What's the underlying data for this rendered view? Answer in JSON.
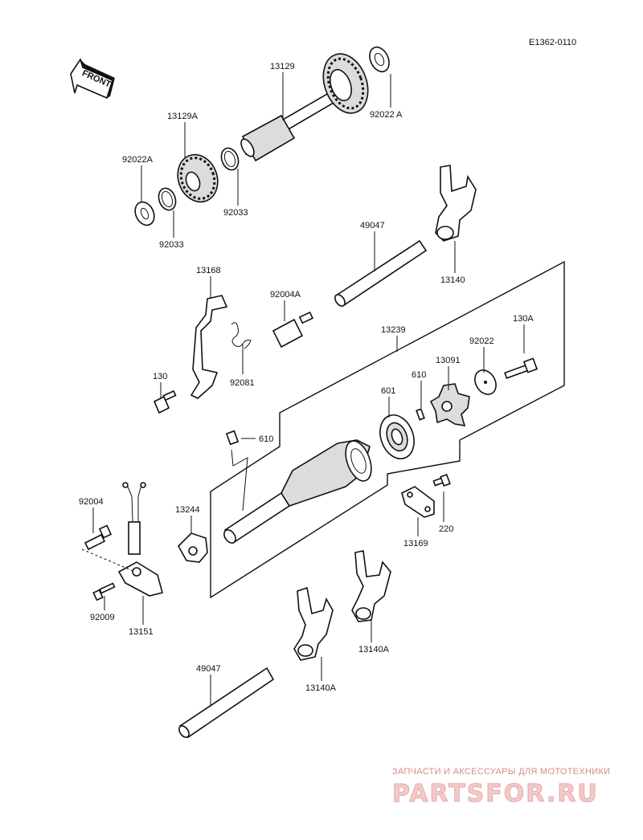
{
  "diagram_code": "E1362-0110",
  "front_label": "FRONT",
  "labels": {
    "13129": "13129",
    "92022A_top": "92022 A",
    "13129A": "13129A",
    "92022A_left": "92022A",
    "92033_a": "92033",
    "92033_b": "92033",
    "49047_top": "49047",
    "13140": "13140",
    "13168": "13168",
    "92004A": "92004A",
    "13239": "13239",
    "130A": "130A",
    "92022": "92022",
    "13091": "13091",
    "610_top": "610",
    "130": "130",
    "92081": "92081",
    "601": "601",
    "610_mid": "610",
    "92004": "92004",
    "13244": "13244",
    "220": "220",
    "13169": "13169",
    "92009": "92009",
    "13151": "13151",
    "13140A_right": "13140A",
    "49047_bottom": "49047",
    "13140A_left": "13140A"
  },
  "watermark": {
    "tagline": "ЗАПЧАСТИ И АКСЕССУАРЫ ДЛЯ МОТОТЕХНИКИ",
    "brand": "PARTSFOR.RU"
  },
  "colors": {
    "line": "#111111",
    "watermark": "#e7a9a9"
  }
}
